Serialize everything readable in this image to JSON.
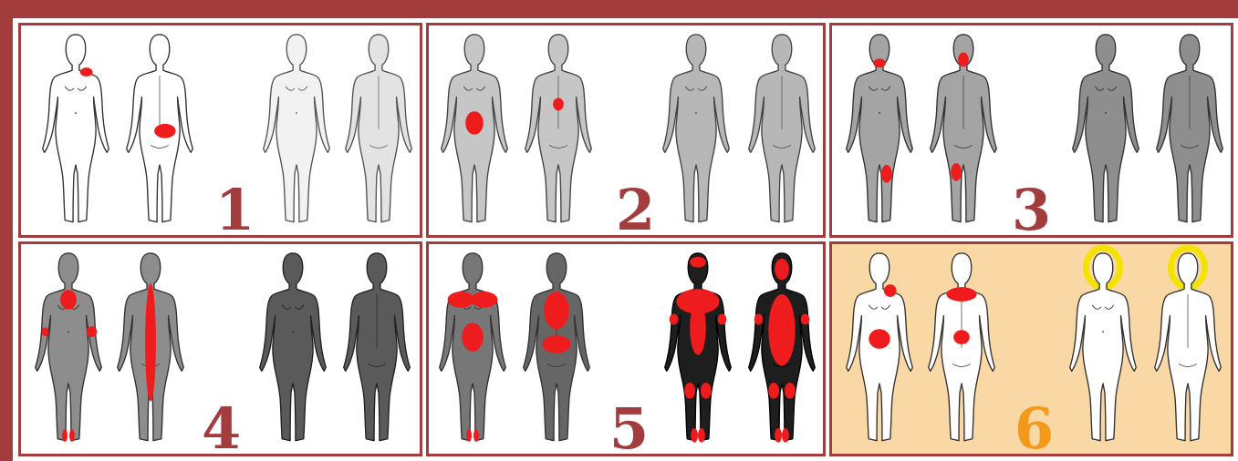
{
  "colors": {
    "frame": "#a33c3c",
    "pain": "#ee1c1c",
    "highlight_bg": "#f9d8a6",
    "halo": "#f2e400"
  },
  "panels": [
    {
      "number": "1",
      "number_color": "#a33c3c"
    },
    {
      "number": "2",
      "number_color": "#a33c3c"
    },
    {
      "number": "3",
      "number_color": "#a33c3c"
    },
    {
      "number": "4",
      "number_color": "#a33c3c"
    },
    {
      "number": "5",
      "number_color": "#a33c3c"
    },
    {
      "number": "6",
      "number_color": "#f39a1c"
    }
  ]
}
